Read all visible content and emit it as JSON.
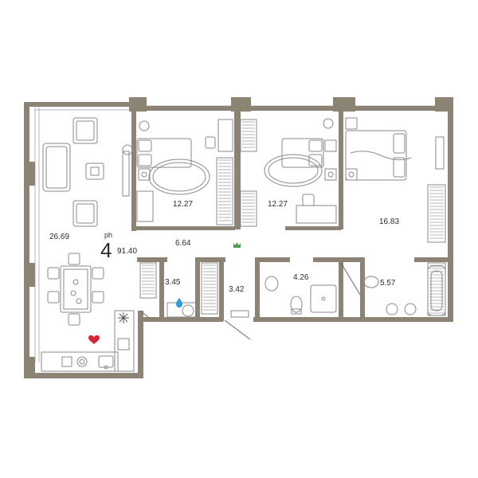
{
  "plan": {
    "rooms_count": "4",
    "rooms_suffix": "ph",
    "total_area": "91.40",
    "rooms": [
      {
        "id": "living",
        "area": "26.69"
      },
      {
        "id": "bedroom-1",
        "area": "12.27"
      },
      {
        "id": "bedroom-2",
        "area": "12.27"
      },
      {
        "id": "bedroom-master",
        "area": "16.83"
      },
      {
        "id": "hall",
        "area": "6.64"
      },
      {
        "id": "storage-1",
        "area": "3.45"
      },
      {
        "id": "storage-2",
        "area": "3.42"
      },
      {
        "id": "bathroom-1",
        "area": "4.26"
      },
      {
        "id": "bathroom-2",
        "area": "5.57"
      }
    ]
  },
  "colors": {
    "wall": "#8b8374",
    "heart": "#d4243a",
    "drop": "#2f9fd8",
    "crown": "#4f9a4f",
    "text": "#2b2b2b"
  },
  "icons": {
    "heart": "heart-icon",
    "drop": "water-drop-icon",
    "crown": "crown-icon",
    "snowflake": "air-conditioner-icon"
  }
}
